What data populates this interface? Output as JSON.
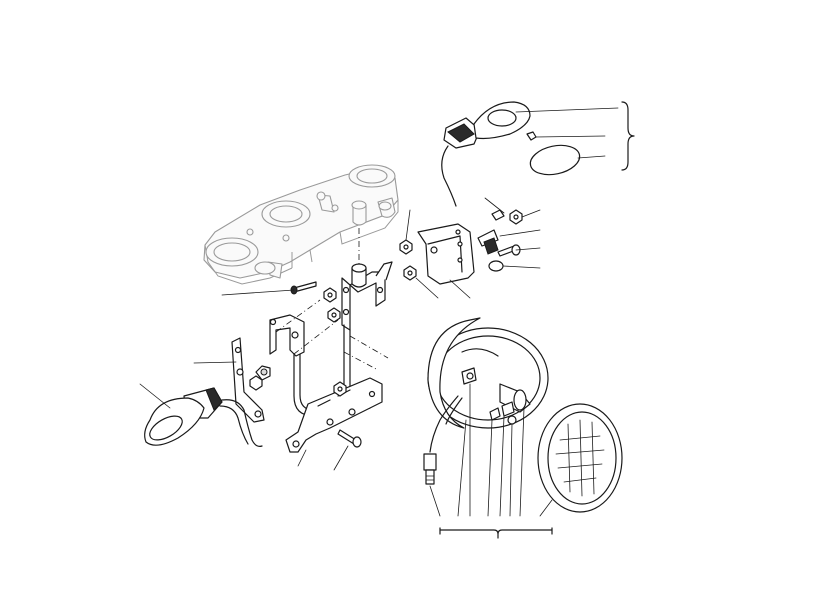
{
  "diagram": {
    "kind": "exploded-parts-view",
    "assemblies": [
      {
        "name": "upper-triple-clamp",
        "style": "ghost"
      },
      {
        "name": "headlight-bracket"
      },
      {
        "name": "front-turn-signal-right"
      },
      {
        "name": "front-turn-signal-left"
      },
      {
        "name": "turn-signal-mount-plate"
      },
      {
        "name": "headlight-shell"
      },
      {
        "name": "headlight-lens"
      },
      {
        "name": "headlight-bulb"
      },
      {
        "name": "connector"
      }
    ],
    "callout_count": 20,
    "brace_groups": 2,
    "colors": {
      "line": "#1a1a1a",
      "ghost": "#9a9a9a",
      "background": "#ffffff"
    }
  }
}
